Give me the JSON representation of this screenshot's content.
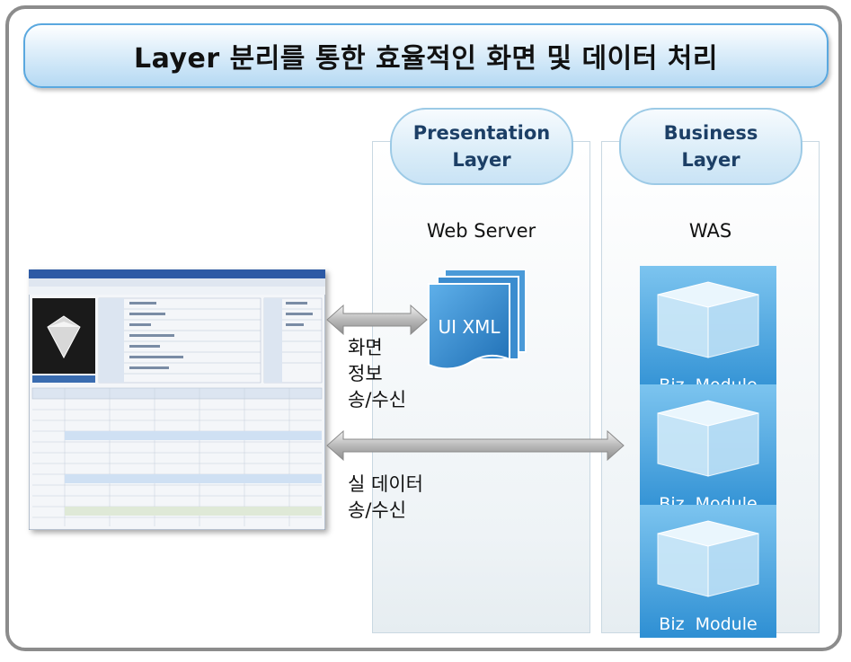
{
  "title": "Layer 분리를 통한 효율적인 화면 및 데이터 처리",
  "layers": {
    "presentation": {
      "line1": "Presentation",
      "line2": "Layer",
      "server": "Web Server"
    },
    "business": {
      "line1": "Business",
      "line2": "Layer",
      "server": "WAS"
    }
  },
  "ui_xml_label": "UI XML",
  "biz_module_label": "Biz  Module",
  "arrow1": {
    "line1": "화면",
    "line2": "정보",
    "line3": "송/수신"
  },
  "arrow2": {
    "line1": "실 데이터",
    "line2": "송/수신"
  },
  "colors": {
    "accent": "#2b7fd0",
    "doc": "#2f86c9",
    "biz": "#3da5dd",
    "frame": "#8c8c8c"
  }
}
